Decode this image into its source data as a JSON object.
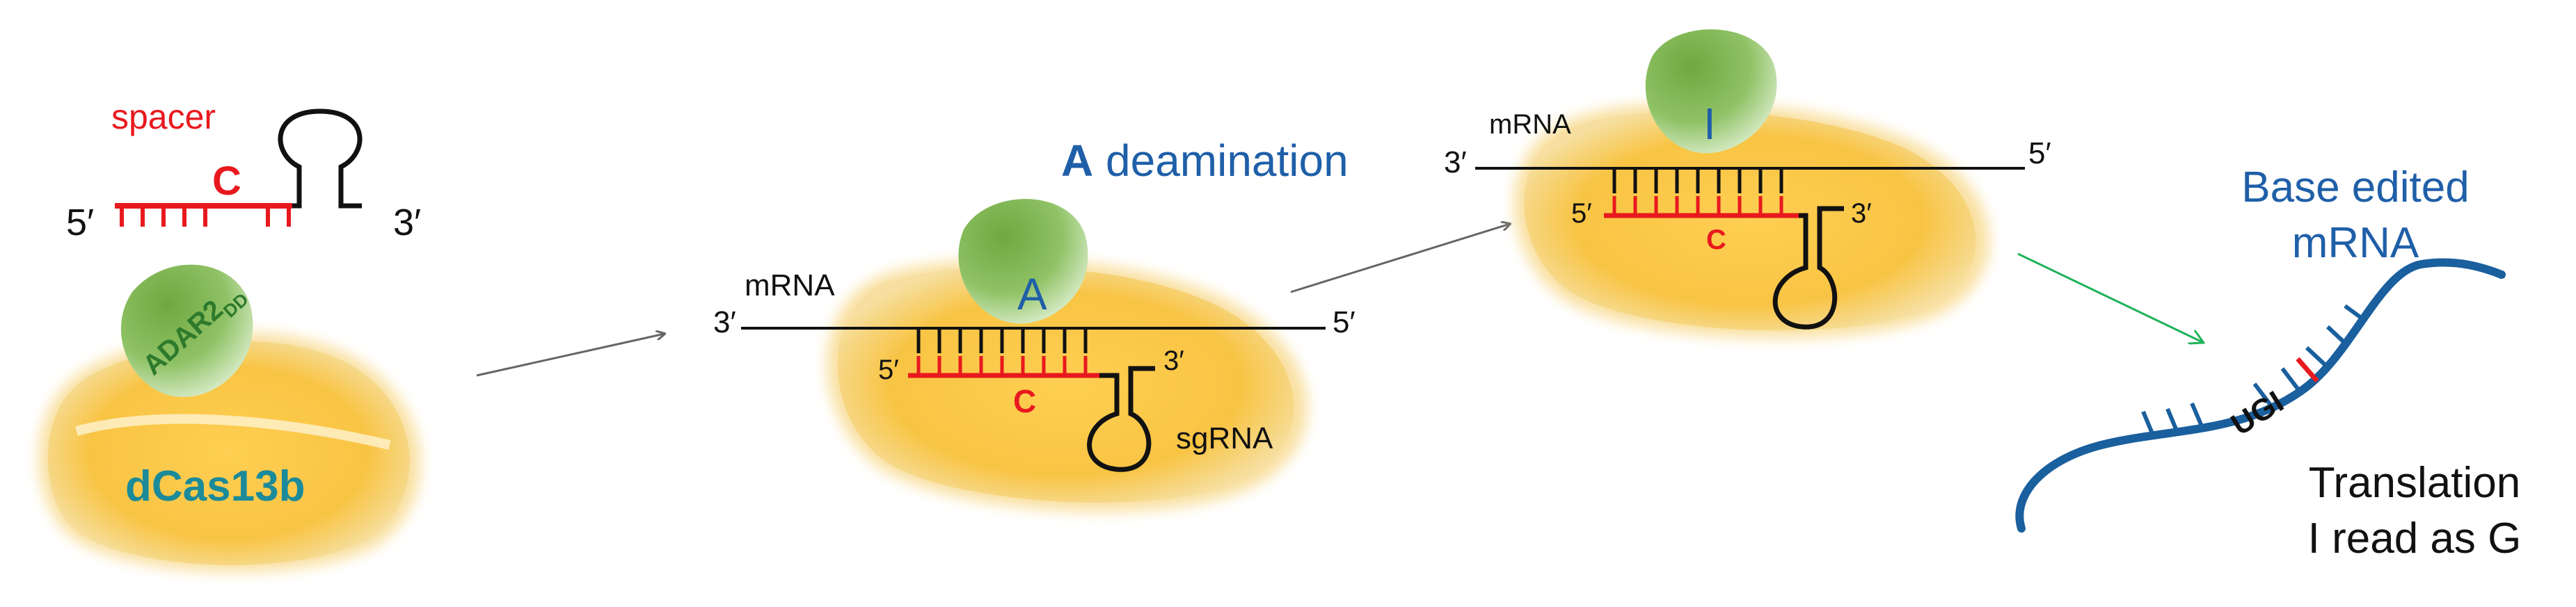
{
  "colors": {
    "red": "#e8191e",
    "blue": "#1f5fa8",
    "teal": "#1b8a99",
    "dark_green": "#2e7a2c",
    "green_arrow": "#1fb35a",
    "black": "#111111",
    "gray_arrow": "#666666",
    "cas_yellow": "#f6c24a",
    "adar_green": "#7ab648",
    "rna_blue": "#1a5f9e"
  },
  "guide": {
    "spacer_label": "spacer",
    "spacer_base": "C",
    "five_prime": "5′",
    "three_prime": "3′"
  },
  "protein": {
    "enzyme": "ADAR2",
    "enzyme_subscript": "DD",
    "cas_label": "dCas13b"
  },
  "step2": {
    "mrna_label": "mRNA",
    "mrna_3": "3′",
    "mrna_5": "5′",
    "target_base": "A",
    "guide_5": "5′",
    "guide_3": "3′",
    "guide_base": "C",
    "sgrna_label": "sgRNA",
    "caption_prefix": "A",
    "caption_rest": " deamination"
  },
  "step3": {
    "mrna_label": "mRNA",
    "mrna_3": "3′",
    "mrna_5": "5′",
    "edited_base": "I",
    "guide_5": "5′",
    "guide_3": "3′",
    "guide_base": "C"
  },
  "step4": {
    "title_line1": "Base edited",
    "title_line2": "mRNA",
    "codon": "UGI",
    "result_line1": "Translation",
    "result_line2": "I read as G"
  }
}
